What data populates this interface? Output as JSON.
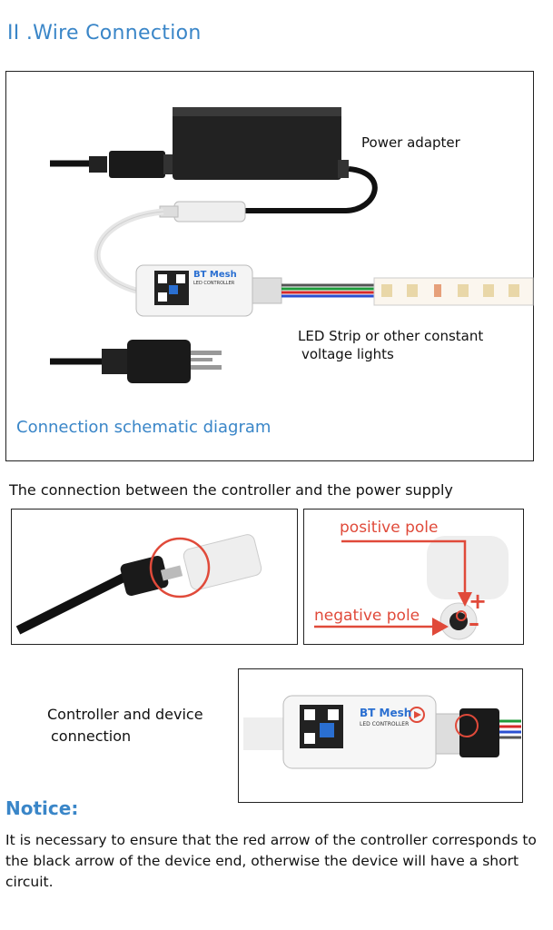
{
  "section_title": "II .Wire Connection",
  "diagram": {
    "power_adapter_label": "Power adapter",
    "led_label_line1": "LED Strip or other constant",
    "led_label_line2": "voltage lights",
    "schematic_caption": "Connection schematic diagram",
    "controller_brand": "BT Mesh",
    "controller_sub": "LED CONTROLLER",
    "controller_icon": "bluetooth-icon"
  },
  "connection_heading": "The connection between the controller and the power supply",
  "poles": {
    "positive_label": "positive pole",
    "negative_label": "negative pole",
    "plus_sign": "+",
    "minus_sign": "–"
  },
  "device_connection": {
    "label_line1": "Controller and device",
    "label_line2": "connection",
    "controller_brand": "BT Mesh",
    "controller_sub": "LED CONTROLLER"
  },
  "notice": {
    "title": "Notice:",
    "body": "It is necessary to ensure that the red arrow of the controller corresponds to the black arrow of the device end, otherwise the device will have a short circuit."
  },
  "colors": {
    "accent_blue": "#3a86c8",
    "highlight_red": "#e04a3a"
  }
}
